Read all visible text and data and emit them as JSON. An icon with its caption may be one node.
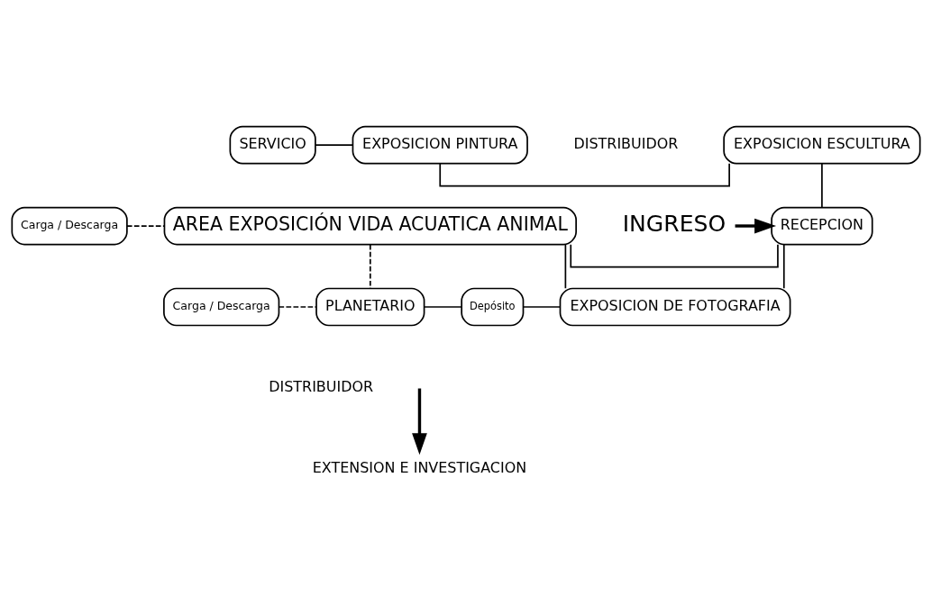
{
  "diagram": {
    "nodes": [
      {
        "text": [
          "SERVICIO"
        ]
      },
      {
        "text": [
          "EXPOSICION PINTURA"
        ]
      },
      {
        "text": [
          "EXPOSICION ESCULTURA"
        ]
      },
      {
        "text": [
          "Carga / Descarga"
        ]
      },
      {
        "text": [
          "AREA EXPOSICIÓN VIDA ACUATICA ANIMAL"
        ]
      },
      {
        "text": [
          "RECEPCION"
        ]
      },
      {
        "text": [
          "Carga / Descarga"
        ]
      },
      {
        "text": [
          "PLANETARIO"
        ]
      },
      {
        "text": [
          "Depósito"
        ]
      },
      {
        "text": [
          "EXPOSICION DE FOTOGRAFIA"
        ]
      },
      {
        "text": [
          "INGRESO"
        ]
      },
      {
        "text": [
          "EXTENSION E INVESTIGACION"
        ]
      }
    ],
    "edges": [
      {
        "from": 0,
        "to": 1,
        "arrow": "none"
      },
      {
        "from": 1,
        "to": 2,
        "arrow": "none"
      },
      {
        "from": 2,
        "to": 5,
        "arrow": "none"
      },
      {
        "from": 4,
        "to": 5,
        "arrow": "none"
      },
      {
        "from": 5,
        "to": 9,
        "arrow": "none"
      },
      {
        "from": 4,
        "to": 9,
        "arrow": "none"
      },
      {
        "from": 7,
        "to": 8,
        "arrow": "none"
      },
      {
        "from": 8,
        "to": 9,
        "arrow": "none"
      },
      {
        "from": 3,
        "to": 4,
        "arrow": "none",
        "style": "dashed"
      },
      {
        "from": 4,
        "to": 7,
        "arrow": "none",
        "style": "dashed"
      },
      {
        "from": 6,
        "to": 7,
        "arrow": "none",
        "style": "dashed"
      },
      {
        "from": 10,
        "to": 5,
        "arrow": "to",
        "style": "thick"
      },
      {
        "from": null,
        "to": 11,
        "arrow": "to",
        "style": "thick"
      }
    ],
    "labels": [
      "DISTRIBUIDOR",
      "DISTRIBUIDOR"
    ]
  }
}
